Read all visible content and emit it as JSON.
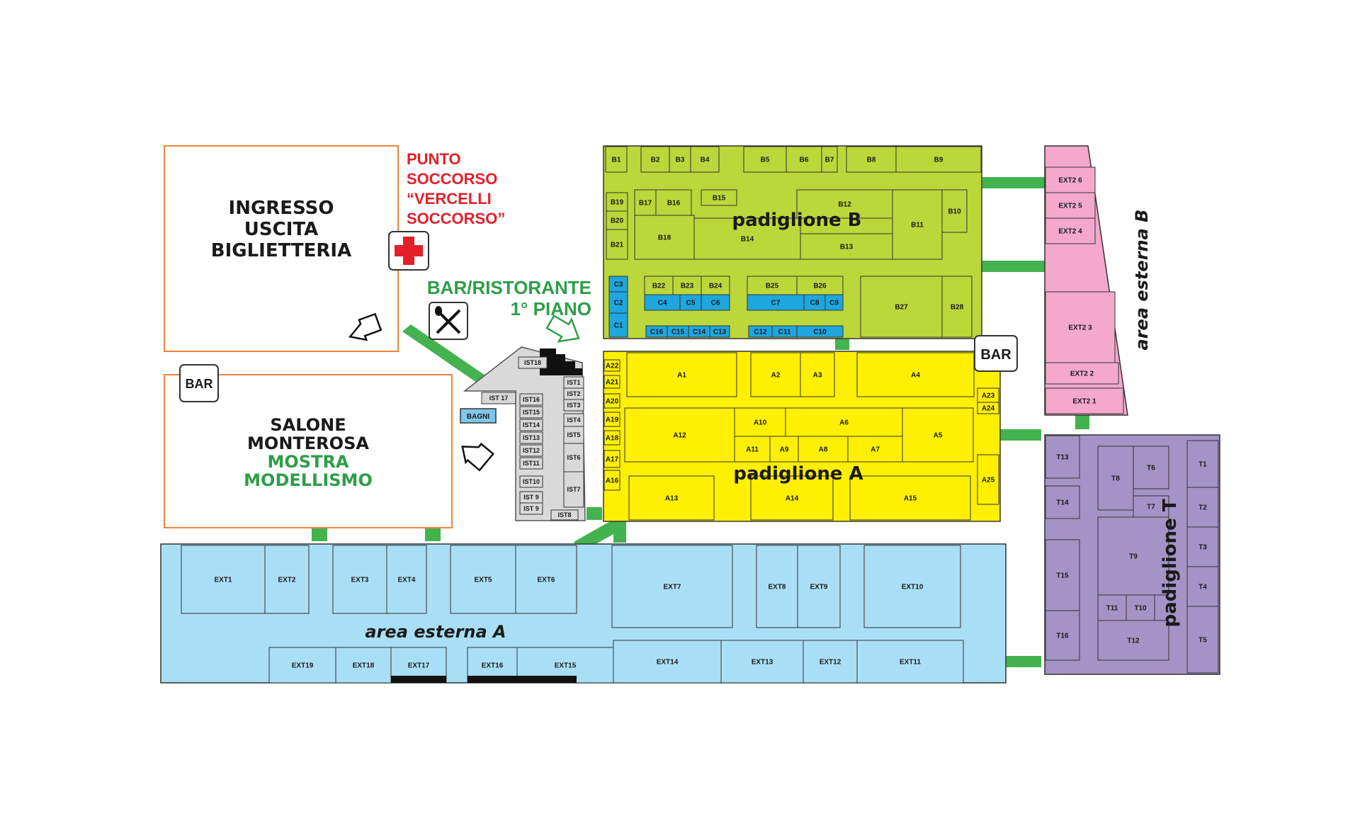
{
  "entrance": {
    "lines": [
      "INGRESSO",
      "USCITA",
      "BIGLIETTERIA"
    ]
  },
  "first_aid": {
    "lines": [
      "PUNTO",
      "SOCCORSO",
      "“VERCELLI",
      "SOCCORSO”"
    ],
    "color": "#e3202a"
  },
  "restaurant": {
    "lines": [
      "BAR/RISTORANTE",
      "1° PIANO"
    ],
    "color": "#2e9e48"
  },
  "salone": {
    "lines": [
      "SALONE",
      "MONTEROSA"
    ],
    "highlight_lines": [
      "MOSTRA",
      "MODELLISMO"
    ]
  },
  "bar_label": "BAR",
  "bagni": "BAGNI",
  "padiglioni": {
    "A": "padiglione A",
    "B": "padiglione B",
    "T": "padiglione T"
  },
  "areas": {
    "esterna_A": "area esterna A",
    "esterna_B": "area esterna B"
  },
  "colors": {
    "pad_A": "#ffef00",
    "pad_B": "#bcd73a",
    "pad_T": "#a393c6",
    "ext_A": "#a9dff5",
    "ext_B": "#f3a8cc",
    "stand_C": "#1ea6df",
    "corridor": "#43b24f",
    "outline_orange": "#f0823d"
  },
  "icons": [
    "first-aid-cross-icon",
    "cutlery-icon",
    "arrow-icon"
  ],
  "stands": {
    "B": [
      "B1",
      "B2",
      "B3",
      "B4",
      "B5",
      "B6",
      "B7",
      "B8",
      "B9",
      "B10",
      "B11",
      "B12",
      "B13",
      "B14",
      "B15",
      "B16",
      "B17",
      "B18",
      "B19",
      "B20",
      "B21",
      "B22",
      "B23",
      "B24",
      "B25",
      "B26",
      "B27",
      "B28"
    ],
    "C": [
      "C1",
      "C2",
      "C3",
      "C4",
      "C5",
      "C6",
      "C7",
      "C8",
      "C9",
      "C10",
      "C11",
      "C12",
      "C13",
      "C14",
      "C15",
      "C16"
    ],
    "A": [
      "A1",
      "A2",
      "A3",
      "A4",
      "A5",
      "A6",
      "A7",
      "A8",
      "A9",
      "A10",
      "A11",
      "A12",
      "A13",
      "A14",
      "A15",
      "A16",
      "A17",
      "A18",
      "A19",
      "A20",
      "A21",
      "A22",
      "A23",
      "A24",
      "A25"
    ],
    "IST": [
      "IST1",
      "IST2",
      "IST3",
      "IST4",
      "IST5",
      "IST6",
      "IST7",
      "IST8",
      "IST 9",
      "IST10",
      "IST11",
      "IST12",
      "IST13",
      "IST14",
      "IST15",
      "IST16",
      "IST 17",
      "IST18"
    ],
    "EXT": [
      "EXT1",
      "EXT2",
      "EXT3",
      "EXT4",
      "EXT5",
      "EXT6",
      "EXT7",
      "EXT8",
      "EXT9",
      "EXT10",
      "EXT11",
      "EXT12",
      "EXT13",
      "EXT14",
      "EXT15",
      "EXT16",
      "EXT17",
      "EXT18",
      "EXT19"
    ],
    "EXT2": [
      "EXT2 1",
      "EXT2 2",
      "EXT2 3",
      "EXT2 4",
      "EXT2 5",
      "EXT2 6"
    ],
    "T": [
      "T1",
      "T2",
      "T3",
      "T4",
      "T5",
      "T6",
      "T7",
      "T8",
      "T9",
      "T10",
      "T11",
      "T12",
      "T13",
      "T14",
      "T15",
      "T16"
    ]
  }
}
